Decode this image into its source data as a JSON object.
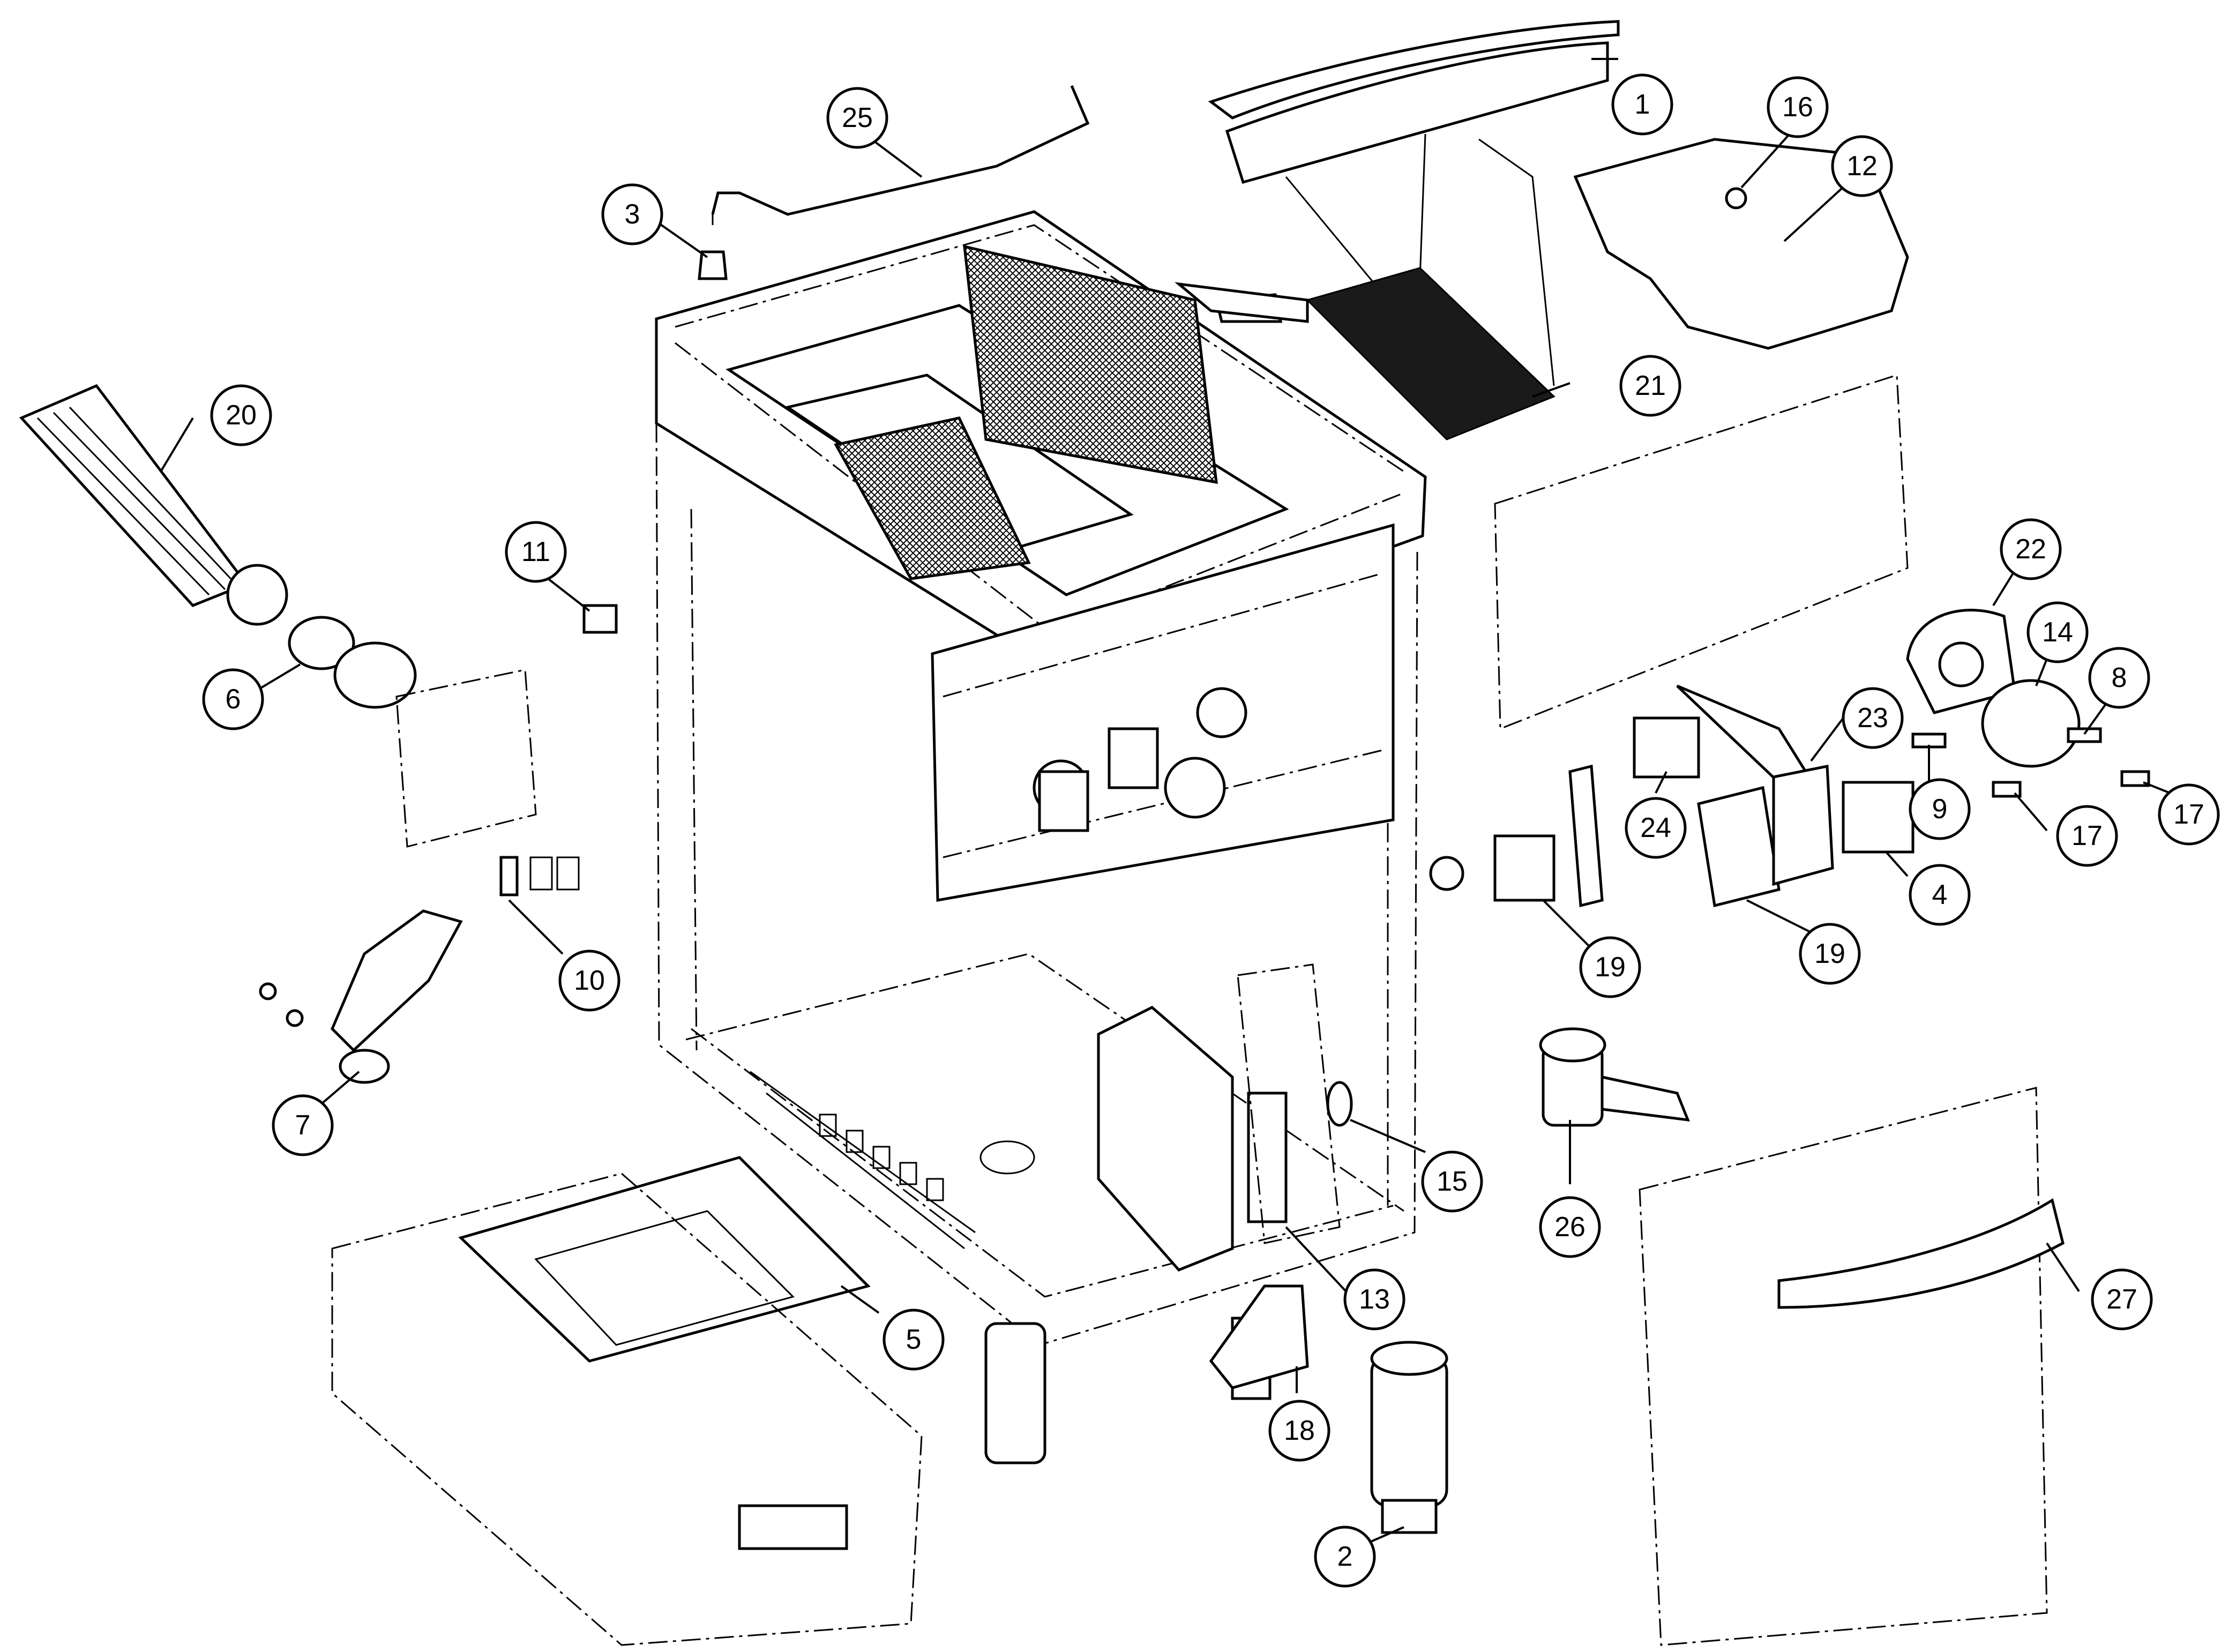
{
  "diagram": {
    "callouts": [
      {
        "id": "1",
        "label": "1"
      },
      {
        "id": "2",
        "label": "2"
      },
      {
        "id": "3",
        "label": "3"
      },
      {
        "id": "4",
        "label": "4"
      },
      {
        "id": "5",
        "label": "5"
      },
      {
        "id": "6",
        "label": "6"
      },
      {
        "id": "7",
        "label": "7"
      },
      {
        "id": "8",
        "label": "8"
      },
      {
        "id": "9",
        "label": "9"
      },
      {
        "id": "10",
        "label": "10"
      },
      {
        "id": "11",
        "label": "11"
      },
      {
        "id": "12",
        "label": "12"
      },
      {
        "id": "13",
        "label": "13"
      },
      {
        "id": "14",
        "label": "14"
      },
      {
        "id": "15",
        "label": "15"
      },
      {
        "id": "16",
        "label": "16"
      },
      {
        "id": "17a",
        "label": "17"
      },
      {
        "id": "17b",
        "label": "17"
      },
      {
        "id": "18",
        "label": "18"
      },
      {
        "id": "19a",
        "label": "19"
      },
      {
        "id": "19b",
        "label": "19"
      },
      {
        "id": "20",
        "label": "20"
      },
      {
        "id": "21",
        "label": "21"
      },
      {
        "id": "22",
        "label": "22"
      },
      {
        "id": "23",
        "label": "23"
      },
      {
        "id": "24",
        "label": "24"
      },
      {
        "id": "25",
        "label": "25"
      },
      {
        "id": "26",
        "label": "26"
      },
      {
        "id": "27",
        "label": "27"
      }
    ]
  }
}
